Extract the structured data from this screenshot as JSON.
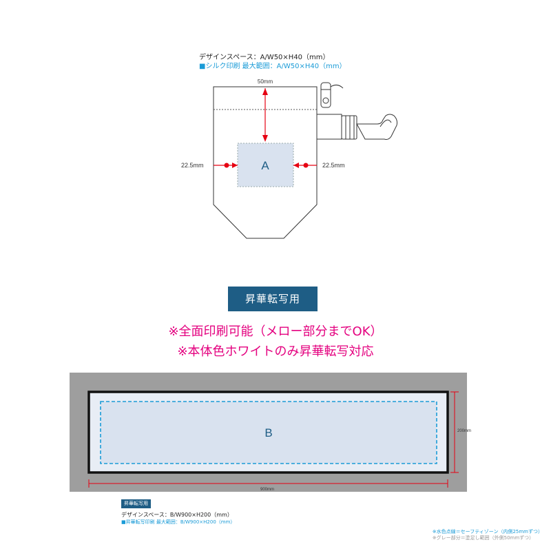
{
  "top_caption": {
    "line1": "デザインスペース：A/W50×H40（mm）",
    "line2": "■シルク印刷 最大範囲：A/W50×H40（mm）"
  },
  "top_diagram": {
    "dim_top": "50mm",
    "dim_left": "22.5mm",
    "dim_right": "22.5mm",
    "area_label": "A"
  },
  "badge": "昇華転写用",
  "notes": {
    "line1": "※全面印刷可能（メロー部分までOK）",
    "line2": "※本体色ホワイトのみ昇華転写対応"
  },
  "bottom_diagram": {
    "area_label": "B",
    "dim_height": "200mm",
    "dim_width": "900mm"
  },
  "bottom_caption": {
    "badge": "昇華転写用",
    "line1": "デザインスペース：B/W900×H200（mm）",
    "line2": "■昇華転写印刷 最大範囲：B/W900×H200（mm）"
  },
  "legend": {
    "line1": "※水色点線＝セーフティゾーン（内側25mmずつ）",
    "line2": "※グレー部分＝塗足し範囲（外側50mmずつ）"
  },
  "colors": {
    "dimension_red": "#e60012",
    "accent_blue": "#1a9bd7",
    "badge_navy": "#1e5d85",
    "note_magenta": "#e4007f",
    "bleed_gray": "#9e9e9e",
    "print_area_fill": "#d9e2ef"
  }
}
